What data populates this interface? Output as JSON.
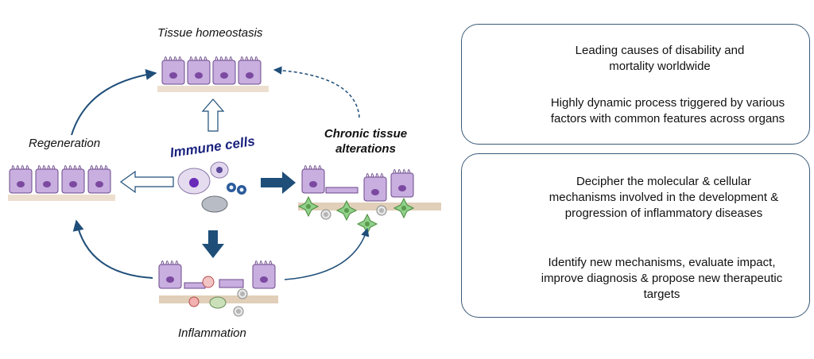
{
  "cycle": {
    "homeostasis": "Tissue homeostasis",
    "regeneration": "Regeneration",
    "chronic_line1": "Chronic tissue",
    "chronic_line2": "alterations",
    "immune": "Immune cells",
    "inflammation": "Inflammation"
  },
  "panel_top": {
    "item1_line1": "Leading causes of disability and",
    "item1_line2": "mortality worldwide",
    "item2_line1": "Highly dynamic process triggered by various",
    "item2_line2": "factors with common features across organs"
  },
  "panel_bottom": {
    "item1_line1": "Decipher the molecular & cellular",
    "item1_line2": "mechanisms involved in the development &",
    "item1_line3": "progression of inflammatory diseases",
    "item2_line1": "Identify new mechanisms, evaluate impact,",
    "item2_line2": "improve diagnosis & propose new therapeutic",
    "item2_line3": "targets"
  },
  "colors": {
    "arrow": "#1f4e79",
    "cell_fill": "#c9aee0",
    "nucleus": "#7b4aa0",
    "immune_text": "#1a237e",
    "panel_border": "#3a5a78"
  },
  "icons": [
    "bar-chart-icon",
    "gears-icon",
    "target-icon"
  ]
}
